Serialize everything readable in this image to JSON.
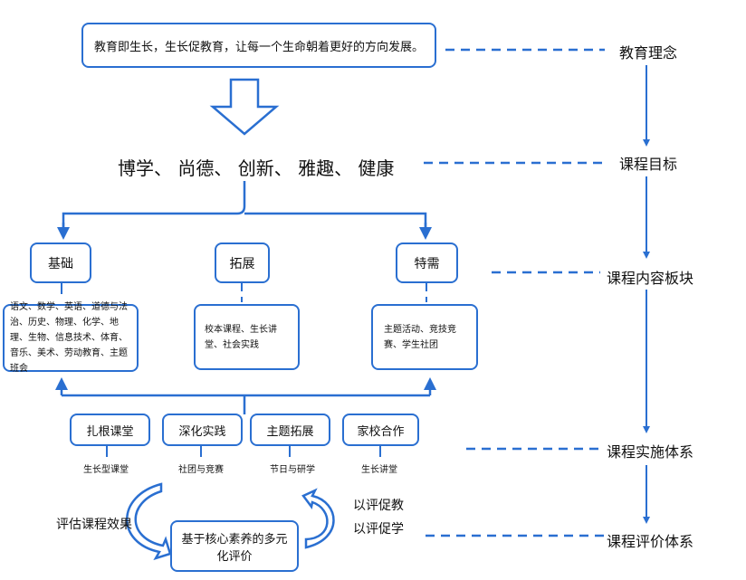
{
  "philosophy": {
    "text": "教育即生长，生长促教育，让每一个生命朝着更好的方向发展。",
    "label": "教育理念"
  },
  "goals": {
    "text": "博学、 尚德、 创新、 雅趣、 健康",
    "label": "课程目标"
  },
  "content": {
    "label": "课程内容板块",
    "modules": [
      {
        "title": "基础",
        "items": "语文、数学、英语、道德与法治、历史、物理、化学、地理、生物、信息技术、体育、音乐、美术、劳动教育、主题班会"
      },
      {
        "title": "拓展",
        "items": "校本课程、生长讲堂、社会实践"
      },
      {
        "title": "特需",
        "items": "主题活动、竞技竞赛、学生社团"
      }
    ]
  },
  "implementation": {
    "label": "课程实施体系",
    "paths": [
      {
        "title": "扎根课堂",
        "sub": "生长型课堂"
      },
      {
        "title": "深化实践",
        "sub": "社团与竞赛"
      },
      {
        "title": "主题拓展",
        "sub": "节日与研学"
      },
      {
        "title": "家校合作",
        "sub": "生长讲堂"
      }
    ]
  },
  "evaluation": {
    "label": "课程评价体系",
    "center": "基于核心素养的多元化评价",
    "left": "评估课程效果",
    "right1": "以评促教",
    "right2": "以评促学"
  },
  "colors": {
    "accent": "#2a6fd1"
  }
}
